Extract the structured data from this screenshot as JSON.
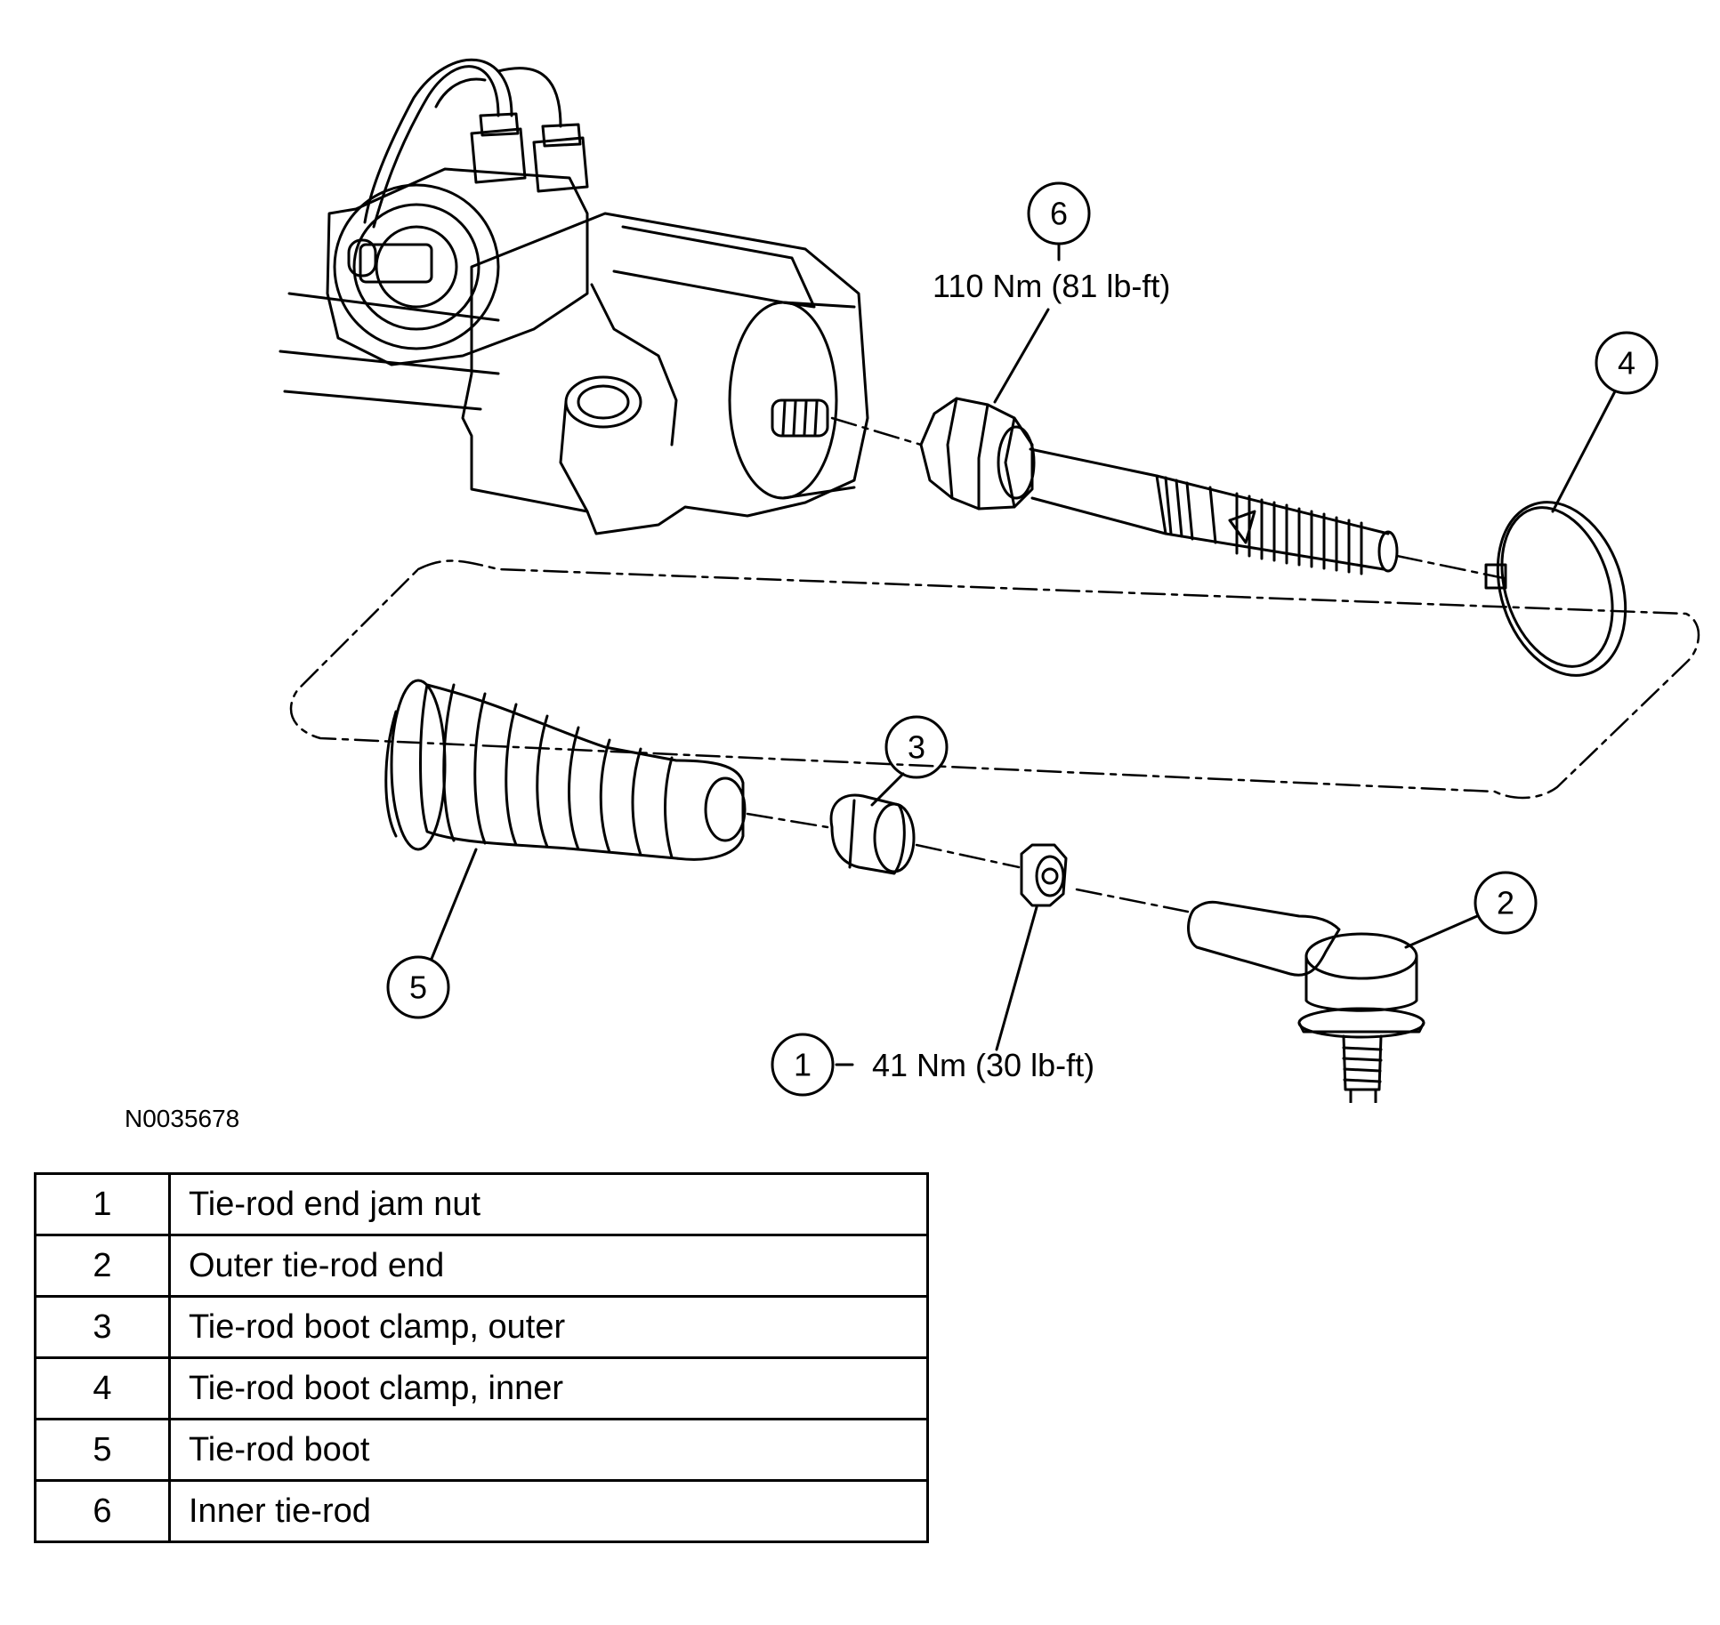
{
  "callouts": {
    "c1": "1",
    "c2": "2",
    "c3": "3",
    "c4": "4",
    "c5": "5",
    "c6": "6"
  },
  "torque": {
    "inner_tie_rod": "110 Nm (81 lb-ft)",
    "jam_nut": "41 Nm (30 lb-ft)"
  },
  "figure_id": "N0035678",
  "legend": [
    {
      "num": "1",
      "desc": "Tie-rod end jam nut"
    },
    {
      "num": "2",
      "desc": "Outer tie-rod end"
    },
    {
      "num": "3",
      "desc": "Tie-rod boot clamp, outer"
    },
    {
      "num": "4",
      "desc": "Tie-rod boot clamp, inner"
    },
    {
      "num": "5",
      "desc": "Tie-rod boot"
    },
    {
      "num": "6",
      "desc": "Inner tie-rod"
    }
  ]
}
